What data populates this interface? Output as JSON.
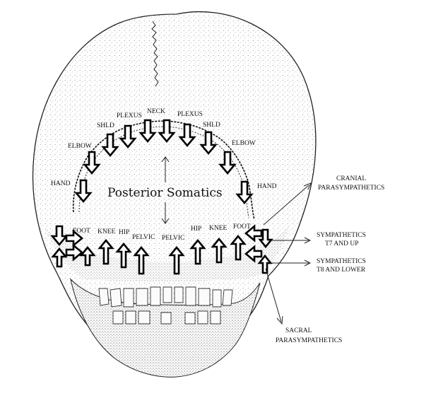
{
  "title": "Posterior Somatics",
  "labels": {
    "neck": "NECK",
    "plexus": "PLEXUS",
    "shld": "SHLD",
    "elbow": "ELBOW",
    "hand": "HAND",
    "foot": "FOOT",
    "knee": "KNEE",
    "hip": "HIP",
    "pelvic": "PELVIC"
  },
  "side_labels": {
    "cranial_1": "CRANIAL",
    "cranial_2": "PARASYMPATHETICS",
    "symp_up_1": "SYMPATHETICS",
    "symp_up_2": "T7 AND UP",
    "symp_low_1": "SYMPATHETICS",
    "symp_low_2": "T8 AND LOWER",
    "sacral_1": "SACRAL",
    "sacral_2": "PARASYMPATHETICS"
  },
  "colors": {
    "line": "#000000",
    "skull_stipple": "#6b6b6b",
    "background": "#ffffff"
  }
}
